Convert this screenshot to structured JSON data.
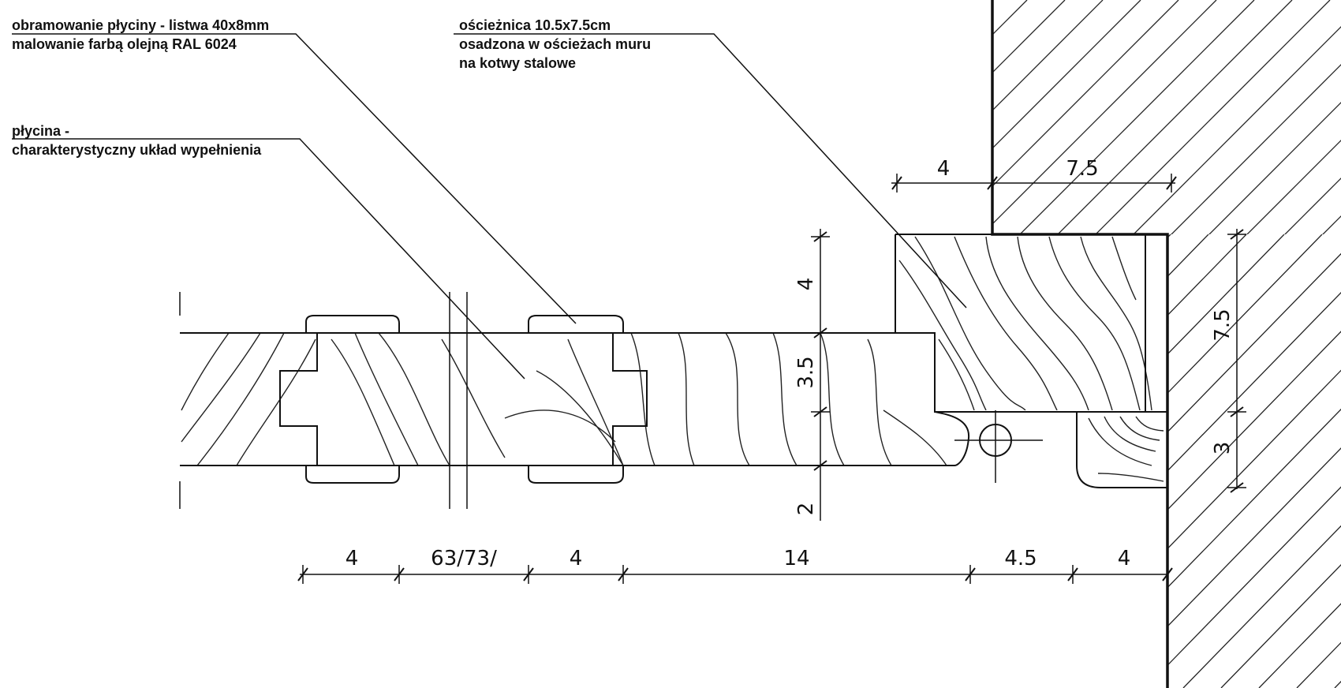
{
  "labels": {
    "frame_line1": "obramowanie płyciny - listwa 40x8mm",
    "frame_line2": "malowanie farbą olejną RAL 6024",
    "jamb_line1": "ościeżnica 10.5x7.5cm",
    "jamb_line2": "osadzona w ościeżach muru",
    "jamb_line3": "na kotwy stalowe",
    "panel_line1": "płycina -",
    "panel_line2": "charakterystyczny układ wypełnienia"
  },
  "dimensions": {
    "bottom": [
      "4",
      "63/73/",
      "4",
      "14",
      "4.5",
      "4"
    ],
    "top": [
      "4",
      "7.5"
    ],
    "vertical_mid": [
      "4",
      "3.5",
      "2"
    ],
    "vertical_right": [
      "7.5",
      "3"
    ]
  }
}
